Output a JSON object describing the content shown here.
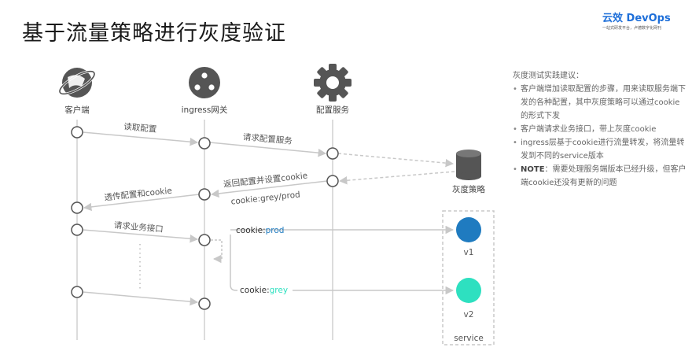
{
  "title": "基于流量策略进行灰度验证",
  "logo": {
    "brand": "云效 DevOps",
    "tagline": "一站式研发平台，卢德数字化网刊"
  },
  "actors": {
    "client": "客户端",
    "ingress": "ingress网关",
    "config": "配置服务"
  },
  "db_label": "灰度策略",
  "messages": {
    "read_config": "读取配置",
    "request_config": "请求配置服务",
    "return_config": "返回配置并设置cookie",
    "cookie_value": "cookie:grey/prod",
    "pass_config": "透传配置和cookie",
    "request_api": "请求业务接口"
  },
  "routes": {
    "prod_prefix": "cookie:",
    "prod_value": "prod",
    "grey_prefix": "cookie:",
    "grey_value": "grey"
  },
  "service": {
    "v1": "v1",
    "v2": "v2",
    "label": "service"
  },
  "colors": {
    "v1": "#1f7bc0",
    "v2": "#2ee0c0",
    "prod_text": "#1f7bc0",
    "grey_text": "#2ee0c0",
    "lines": "#c8c8c8",
    "node": "#555555",
    "icon": "#555555",
    "brand": "#1e6fd9"
  },
  "notes": {
    "heading": "灰度测试实践建议：",
    "items": [
      "客户端增加读取配置的步骤，用来读取服务端下发的各种配置，其中灰度策略可以通过cookie的形式下发",
      "客户端请求业务接口，带上灰度cookie",
      "ingress层基于cookie进行流量转发，将流量转发到不同的service版本"
    ],
    "note_label": "NOTE",
    "note_text": "：需要处理服务端版本已经升级，但客户端cookie还没有更新的问题"
  }
}
